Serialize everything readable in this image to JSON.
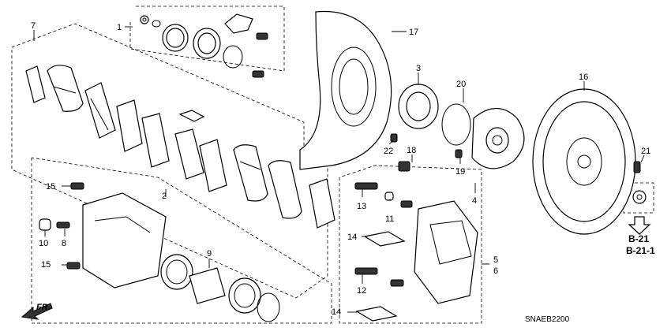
{
  "callouts": [
    "1",
    "2",
    "3",
    "4",
    "5",
    "6",
    "7",
    "8",
    "9",
    "10",
    "11",
    "12",
    "13",
    "14",
    "14",
    "15",
    "15",
    "16",
    "17",
    "18",
    "19",
    "20",
    "21",
    "22"
  ],
  "references": [
    "B-21",
    "B-21-1"
  ],
  "direction_label": "FR.",
  "diagram_code": "SNAEB2200"
}
